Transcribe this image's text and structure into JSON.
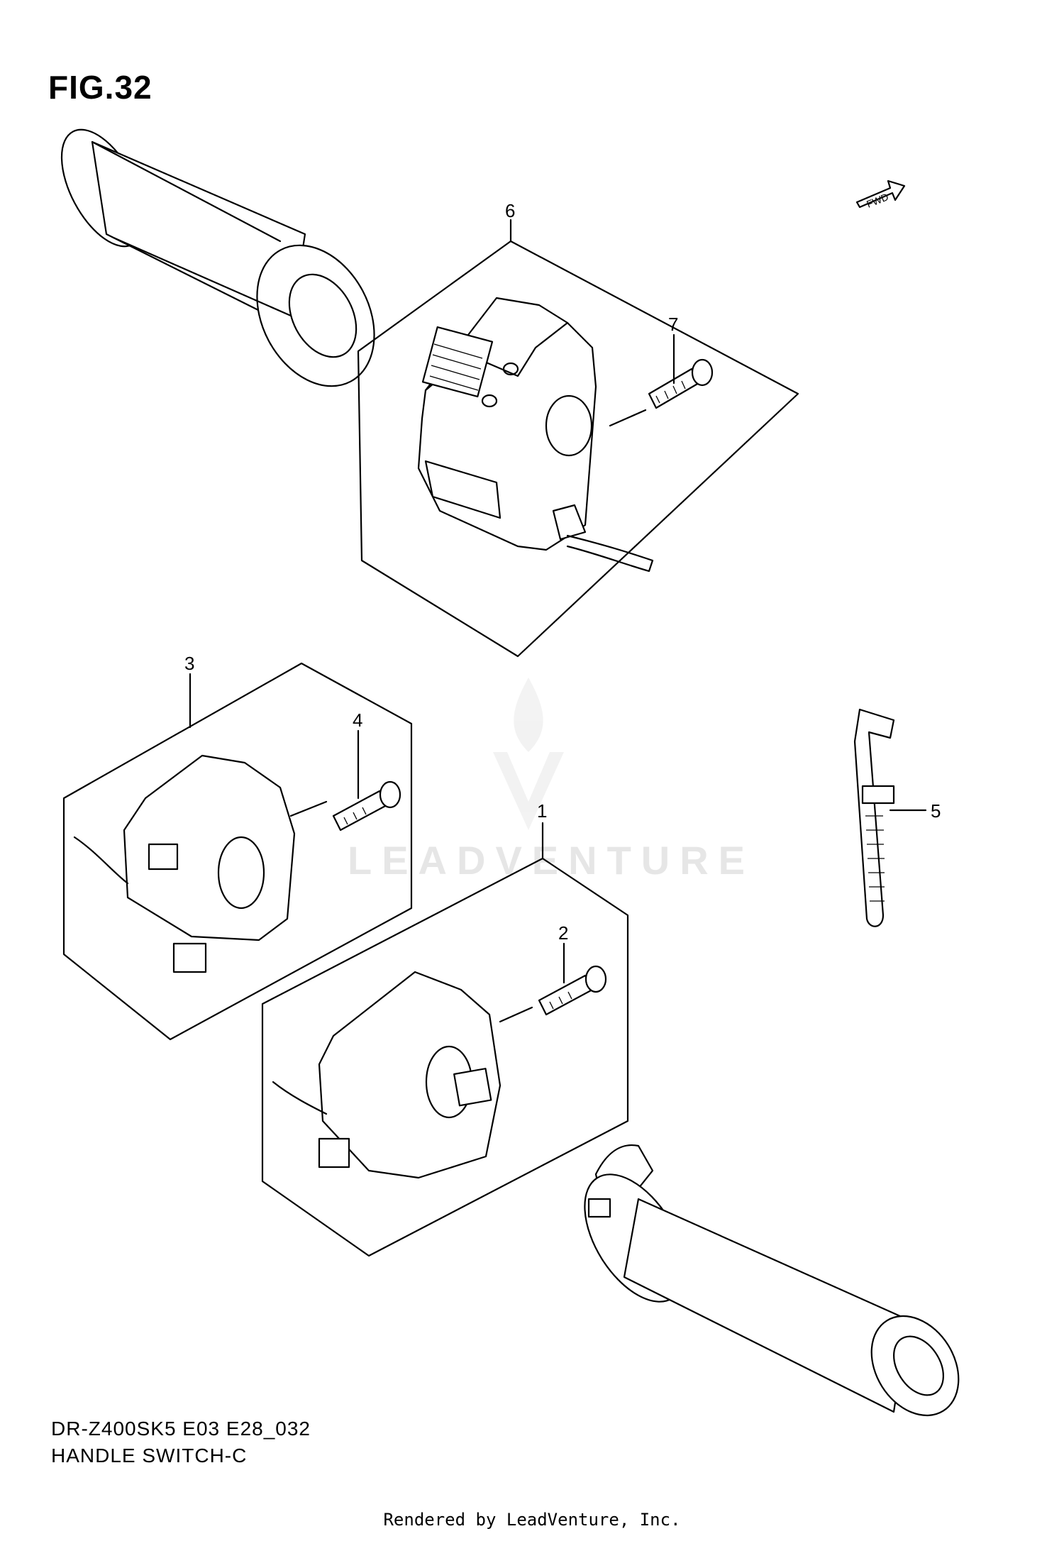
{
  "figure": {
    "title": "FIG.32"
  },
  "callouts": [
    "1",
    "2",
    "3",
    "4",
    "5",
    "6",
    "7"
  ],
  "fwd_label": "FWD",
  "watermark": "LEADVENTURE",
  "footer": {
    "code": "DR-Z400SK5 E03 E28_032",
    "name": "HANDLE SWITCH-C"
  },
  "credit": "Rendered by LeadVenture, Inc.",
  "icons": [
    "left-grip-icon",
    "left-switch-assembly-icon",
    "screw-icon",
    "right-switch-icon",
    "cable-tie-icon",
    "throttle-grip-icon",
    "fwd-arrow-icon"
  ]
}
